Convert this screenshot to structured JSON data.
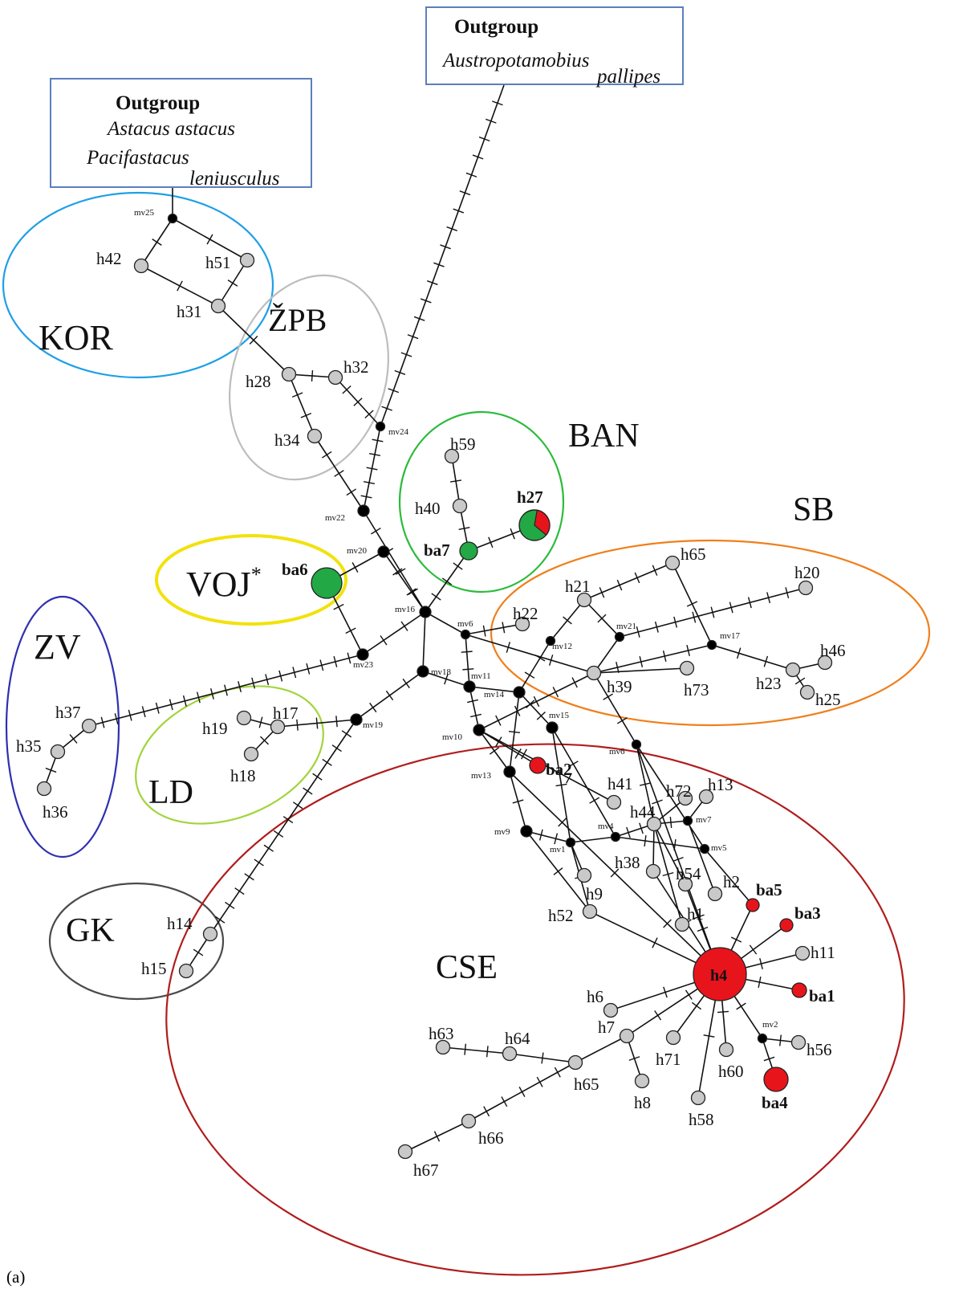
{
  "panel_label": "(a)",
  "outgroups": [
    {
      "title": "Outgroup",
      "species": [
        "Astacus astacus",
        "Pacifastacus",
        "leniusculus"
      ]
    },
    {
      "title": "Outgroup",
      "species": [
        "Austropotamobius",
        "pallipes"
      ]
    }
  ],
  "groups": [
    {
      "id": "KOR",
      "label": "KOR",
      "color": "#1fa0e6"
    },
    {
      "id": "ZPB",
      "label": "ŽPB",
      "color": "#bdbdbd"
    },
    {
      "id": "BAN",
      "label": "BAN",
      "color": "#2dbb3c"
    },
    {
      "id": "SB",
      "label": "SB",
      "color": "#f07f1c"
    },
    {
      "id": "VOJ",
      "label": "VOJ",
      "sup": "*",
      "color": "#f2e20c"
    },
    {
      "id": "ZV",
      "label": "ZV",
      "color": "#2f2fb0"
    },
    {
      "id": "LD",
      "label": "LD",
      "color": "#a2d43c"
    },
    {
      "id": "GK",
      "label": "GK",
      "color": "#4a4a4a"
    },
    {
      "id": "CSE",
      "label": "CSE",
      "color": "#b01c1c"
    }
  ],
  "colors": {
    "haplotype": "#c9c9c9",
    "median_vector": "#000000",
    "highlight_green": "#22a845",
    "highlight_red": "#e8141c"
  },
  "nodes": [
    {
      "id": "mv25",
      "kind": "mv"
    },
    {
      "id": "h42",
      "kind": "h"
    },
    {
      "id": "h51",
      "kind": "h"
    },
    {
      "id": "h31",
      "kind": "h"
    },
    {
      "id": "h28",
      "kind": "h"
    },
    {
      "id": "h32",
      "kind": "h"
    },
    {
      "id": "h34",
      "kind": "h"
    },
    {
      "id": "mv24",
      "kind": "mv"
    },
    {
      "id": "mv22",
      "kind": "mv"
    },
    {
      "id": "mv20",
      "kind": "mv"
    },
    {
      "id": "ba6",
      "kind": "green",
      "bold": true
    },
    {
      "id": "mv16",
      "kind": "mv"
    },
    {
      "id": "mv23",
      "kind": "mv"
    },
    {
      "id": "h59",
      "kind": "h"
    },
    {
      "id": "h40",
      "kind": "h"
    },
    {
      "id": "ba7",
      "kind": "green",
      "bold": true
    },
    {
      "id": "h27",
      "kind": "pie",
      "bold": true
    },
    {
      "id": "mv6",
      "kind": "mv"
    },
    {
      "id": "h22",
      "kind": "h"
    },
    {
      "id": "mv12",
      "kind": "mv"
    },
    {
      "id": "h21",
      "kind": "h"
    },
    {
      "id": "h65",
      "kind": "h"
    },
    {
      "id": "mv21",
      "kind": "mv"
    },
    {
      "id": "mv17",
      "kind": "mv"
    },
    {
      "id": "h20",
      "kind": "h"
    },
    {
      "id": "h39",
      "kind": "h"
    },
    {
      "id": "h73",
      "kind": "h"
    },
    {
      "id": "h23",
      "kind": "h"
    },
    {
      "id": "h46",
      "kind": "h"
    },
    {
      "id": "h25",
      "kind": "h"
    },
    {
      "id": "mv18",
      "kind": "mv"
    },
    {
      "id": "mv11",
      "kind": "mv"
    },
    {
      "id": "mv14",
      "kind": "mv"
    },
    {
      "id": "mv15",
      "kind": "mv"
    },
    {
      "id": "mv10",
      "kind": "mv"
    },
    {
      "id": "mv19",
      "kind": "mv"
    },
    {
      "id": "h37",
      "kind": "h"
    },
    {
      "id": "h35",
      "kind": "h"
    },
    {
      "id": "h36",
      "kind": "h"
    },
    {
      "id": "h17",
      "kind": "h"
    },
    {
      "id": "h19",
      "kind": "h"
    },
    {
      "id": "h18",
      "kind": "h"
    },
    {
      "id": "h14",
      "kind": "h"
    },
    {
      "id": "h15",
      "kind": "h"
    },
    {
      "id": "ba2",
      "kind": "red",
      "bold": true
    },
    {
      "id": "mv13",
      "kind": "mv"
    },
    {
      "id": "mv6",
      "kind": "mv"
    },
    {
      "id": "h41",
      "kind": "h"
    },
    {
      "id": "h72",
      "kind": "h"
    },
    {
      "id": "h13",
      "kind": "h"
    },
    {
      "id": "h44",
      "kind": "h"
    },
    {
      "id": "mv7",
      "kind": "mv"
    },
    {
      "id": "mv5",
      "kind": "mv"
    },
    {
      "id": "mv4",
      "kind": "mv"
    },
    {
      "id": "mv9",
      "kind": "mv"
    },
    {
      "id": "mv1",
      "kind": "mv"
    },
    {
      "id": "h38",
      "kind": "h"
    },
    {
      "id": "h54",
      "kind": "h"
    },
    {
      "id": "h2",
      "kind": "h"
    },
    {
      "id": "h9",
      "kind": "h"
    },
    {
      "id": "h52",
      "kind": "h"
    },
    {
      "id": "h1",
      "kind": "h"
    },
    {
      "id": "ba5",
      "kind": "red",
      "bold": true
    },
    {
      "id": "ba3",
      "kind": "red",
      "bold": true
    },
    {
      "id": "h11",
      "kind": "h"
    },
    {
      "id": "h4",
      "kind": "red",
      "bold": true
    },
    {
      "id": "ba1",
      "kind": "red",
      "bold": true
    },
    {
      "id": "mv2",
      "kind": "mv"
    },
    {
      "id": "h56",
      "kind": "h"
    },
    {
      "id": "ba4",
      "kind": "red",
      "bold": true
    },
    {
      "id": "h6",
      "kind": "h"
    },
    {
      "id": "h7",
      "kind": "h"
    },
    {
      "id": "h71",
      "kind": "h"
    },
    {
      "id": "h60",
      "kind": "h"
    },
    {
      "id": "h58",
      "kind": "h"
    },
    {
      "id": "h8",
      "kind": "h"
    },
    {
      "id": "h63",
      "kind": "h"
    },
    {
      "id": "h64",
      "kind": "h"
    },
    {
      "id": "h65",
      "kind": "h"
    },
    {
      "id": "h66",
      "kind": "h"
    },
    {
      "id": "h67",
      "kind": "h"
    }
  ]
}
